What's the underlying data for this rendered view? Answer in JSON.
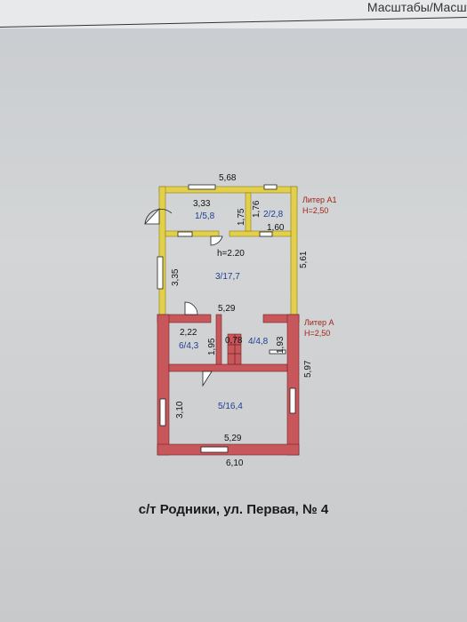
{
  "header": {
    "scale_label": "Масштабы/Масшт"
  },
  "liter_a1": {
    "name": "Литер А1",
    "height": "H=2,50"
  },
  "liter_a": {
    "name": "Литер А",
    "height": "H=2,50"
  },
  "rooms": {
    "r1": "1/5,8",
    "r2": "2/2,8",
    "r3": "3/17,7",
    "r4": "4/4,8",
    "r5": "5/16,4",
    "r6": "6/4,3"
  },
  "ceiling_height": "h=2.20",
  "dimensions": {
    "top_width": "5,68",
    "room1_width": "3,33",
    "room1_depth": "1,75",
    "room2_depth": "1,76",
    "room2_width": "1,60",
    "hall_right": "5,61",
    "hall_left": "3,35",
    "hall_bottom": "5,29",
    "room6_width": "2,22",
    "room6_depth": "1,95",
    "stair_width": "0,78",
    "room4_depth": "1,93",
    "right_total": "5,97",
    "room5_depth": "3,10",
    "room5_width": "5,29",
    "bottom_width": "6,10"
  },
  "address": "с/т Родники, ул. Первая, № 4",
  "colors": {
    "wall_a1": "#e2cf4a",
    "wall_a": "#c8575b",
    "room_label": "#1f3f95",
    "liter_label": "#a02418"
  }
}
